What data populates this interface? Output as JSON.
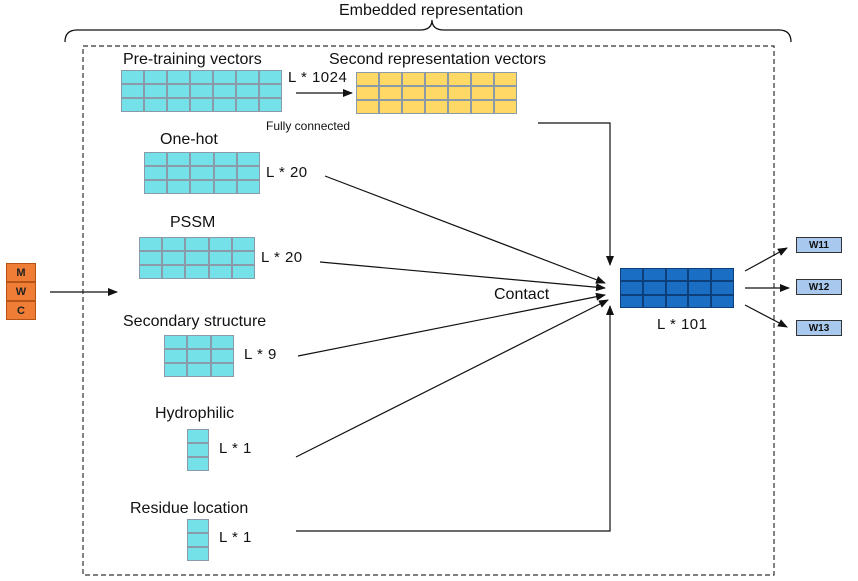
{
  "title": "Embedded representation",
  "features": {
    "pretraining": {
      "label": "Pre-training vectors",
      "dim": "L * 1024"
    },
    "second": {
      "label": "Second representation vectors"
    },
    "fully_connected": "Fully connected",
    "onehot": {
      "label": "One-hot",
      "dim": "L * 20"
    },
    "pssm": {
      "label": "PSSM",
      "dim": "L * 20"
    },
    "secondary": {
      "label": "Secondary structure",
      "dim": "L * 9"
    },
    "hydrophilic": {
      "label": "Hydrophilic",
      "dim": "L * 1"
    },
    "residue": {
      "label": "Residue location",
      "dim": "L * 1"
    }
  },
  "contact_label": "Contact",
  "output": {
    "dim": "L * 101"
  },
  "input_box": [
    "M",
    "W",
    "C"
  ],
  "outputs": [
    "W11",
    "W12",
    "W13"
  ],
  "colors": {
    "feature": "#74e0e8",
    "second_repr": "#ffd866",
    "output_matrix": "#1a6fc4",
    "input_box": "#ef7d35",
    "output_labels": "#a8c8ee"
  }
}
